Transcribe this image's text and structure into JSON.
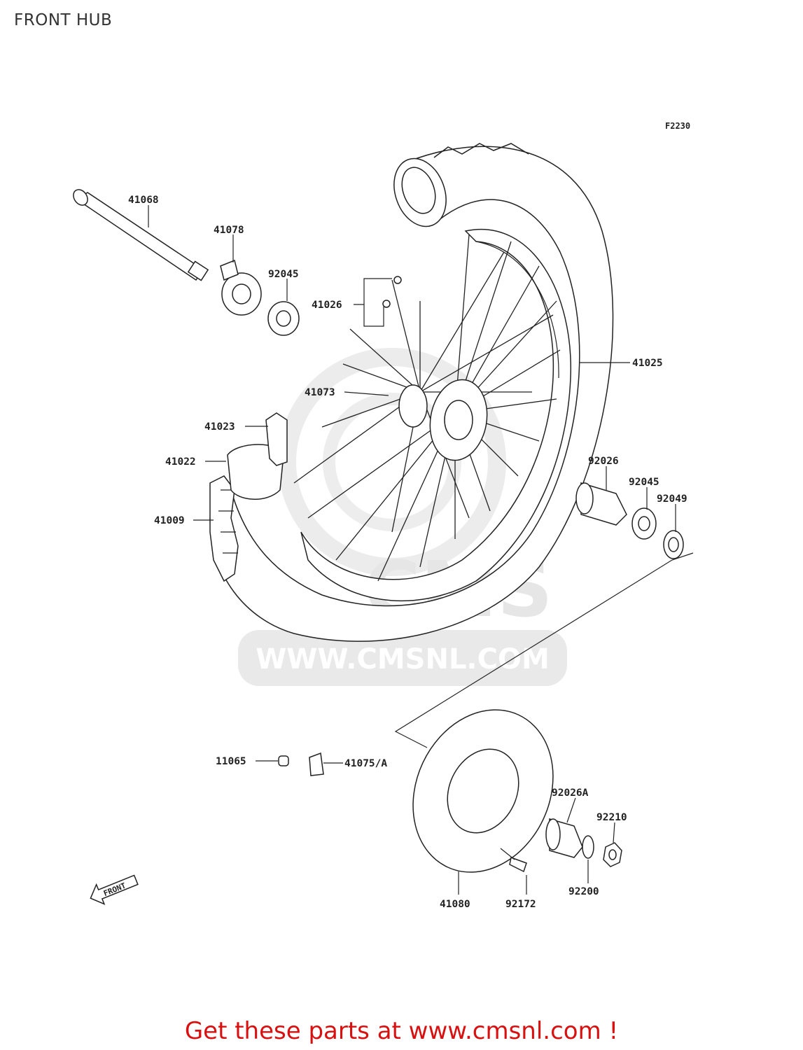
{
  "title": "FRONT HUB",
  "figure_code": "F2230",
  "front_arrow_label": "FRONT",
  "watermark": "WWW.CMSNL.COM",
  "watermark_logo": "CMS",
  "footer_text": "Get these parts at www.cmsnl.com !",
  "colors": {
    "footer": "#d81010",
    "line": "#222222",
    "watermark": "#e3e3e3"
  },
  "part_labels": {
    "p41068": "41068",
    "p41078": "41078",
    "p92045_top": "92045",
    "p41026": "41026",
    "p41025": "41025",
    "p41073": "41073",
    "p41023": "41023",
    "p41022": "41022",
    "p41009": "41009",
    "p92026": "92026",
    "p92045_right": "92045",
    "p92049": "92049",
    "p11065": "11065",
    "p41075A": "41075/A",
    "p92026A": "92026A",
    "p92210": "92210",
    "p41080": "41080",
    "p92172": "92172",
    "p92200": "92200"
  }
}
